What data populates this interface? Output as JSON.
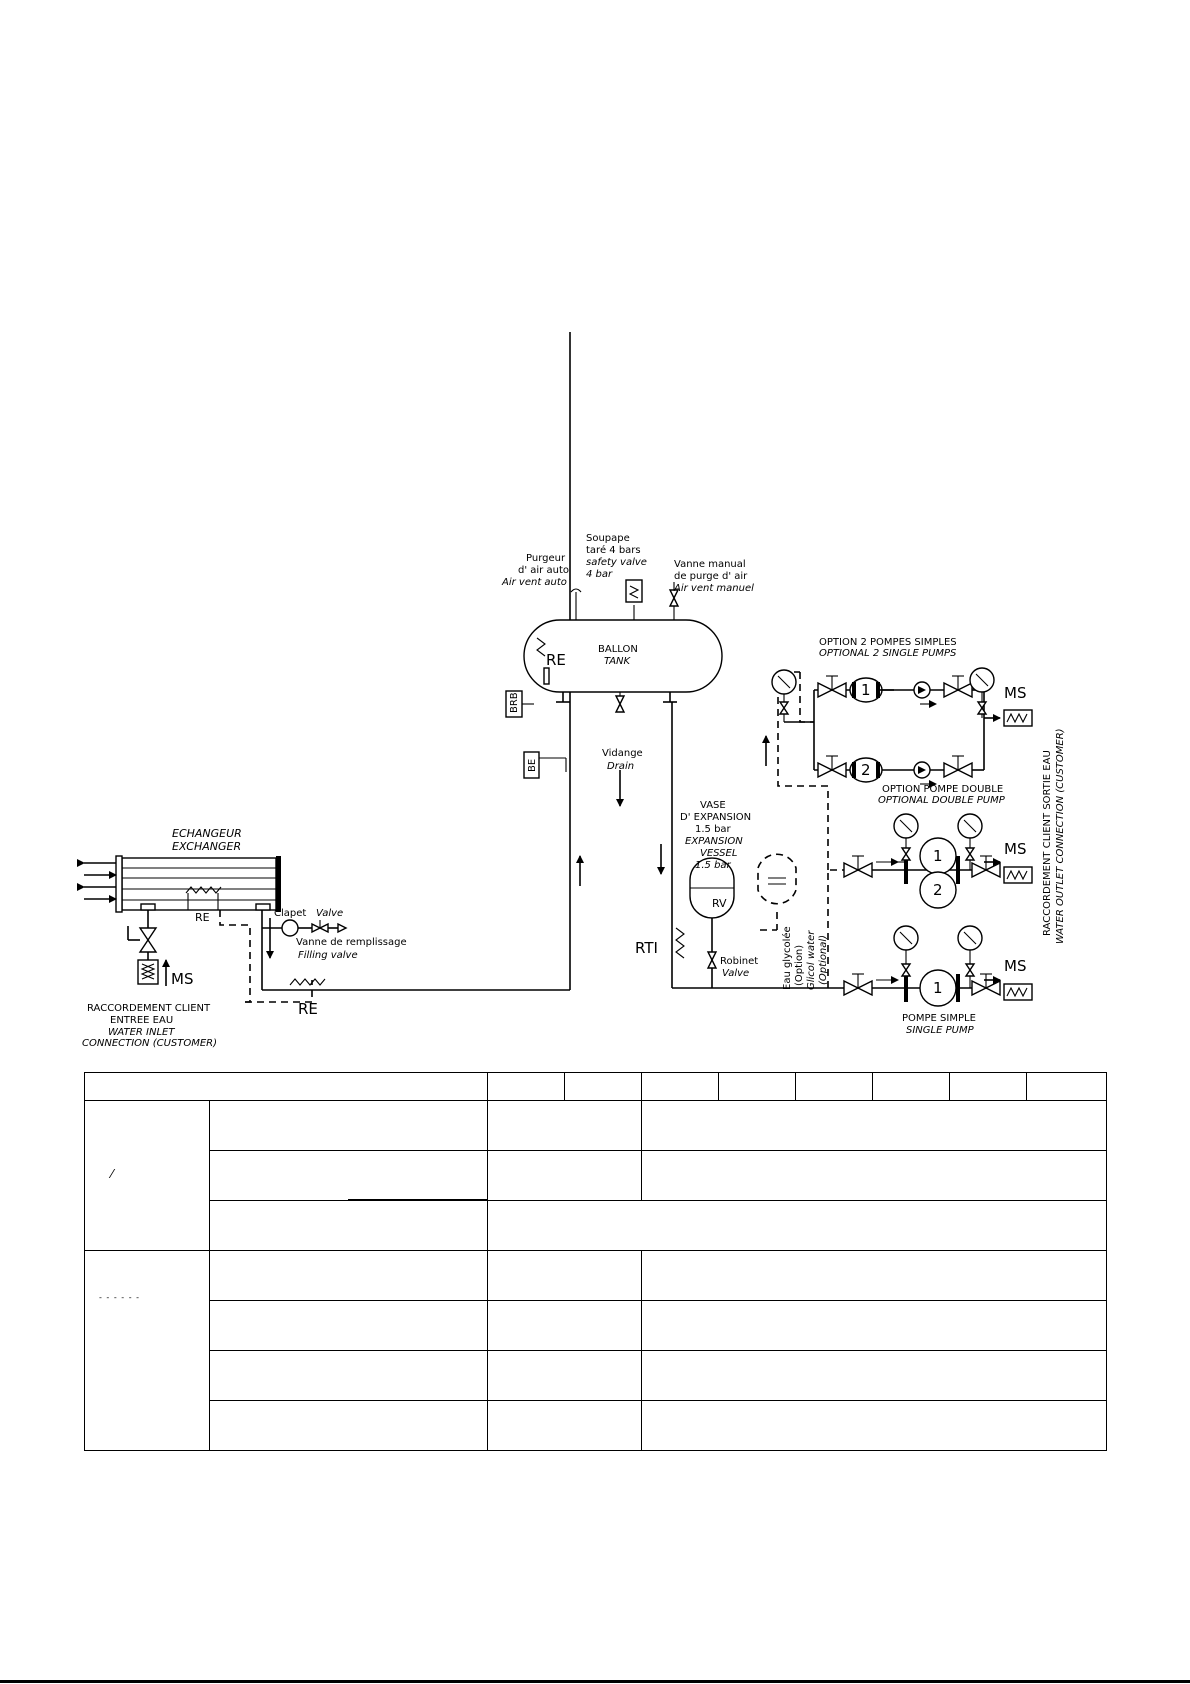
{
  "diagram": {
    "exchanger": {
      "label_fr": "ECHANGEUR",
      "label_en": "EXCHANGER"
    },
    "water_inlet": {
      "line1": "RACCORDEMENT CLIENT",
      "line2": "ENTREE EAU",
      "line3": "WATER INLET",
      "line4": "CONNECTION (CUSTOMER)"
    },
    "tank": {
      "label_fr": "BALLON",
      "label_en": "TANK"
    },
    "air_vent_auto": {
      "line1": "Purgeur",
      "line2": "d' air auto",
      "line3": "Air vent auto"
    },
    "safety_valve": {
      "line1": "Soupape",
      "line2": "taré 4 bars",
      "line3": "safety valve",
      "line4": "4 bar"
    },
    "manual_vent": {
      "line1": "Vanne manual",
      "line2": "de purge d' air",
      "line3": "Air vent manuel"
    },
    "drain": {
      "label_fr": "Vidange",
      "label_en": "Drain"
    },
    "expansion_vessel": {
      "line1": "VASE",
      "line2": "D' EXPANSION",
      "line3": "1.5 bar",
      "line4": "EXPANSION",
      "line5": "VESSEL",
      "line6": "1.5 bar",
      "code": "RV"
    },
    "check_valve": {
      "label_fr": "Clapet",
      "label_en": "Valve"
    },
    "filling_valve": {
      "label_fr": "Vanne de remplissage",
      "label_en": "Filling valve"
    },
    "robinet": {
      "label_fr": "Robinet",
      "label_en": "Valve"
    },
    "glycol": {
      "line1": "Eau glycolée",
      "line2": "(Option)",
      "line3": "Glicol water",
      "line4": "(Optional)"
    },
    "two_pumps": {
      "label_fr": "OPTION 2 POMPES SIMPLES",
      "label_en": "OPTIONAL 2 SINGLE PUMPS"
    },
    "double_pump": {
      "label_fr": "OPTION POMPE DOUBLE",
      "label_en": "OPTIONAL DOUBLE PUMP"
    },
    "single_pump": {
      "label_fr": "POMPE SIMPLE",
      "label_en": "SINGLE PUMP"
    },
    "water_outlet": {
      "line_fr": "RACCORDEMENT CLIENT SORTIE EAU",
      "line_en": "WATER OUTLET CONNECTION (CUSTOMER)"
    },
    "codes": {
      "re": "RE",
      "ms": "MS",
      "rti": "RTI",
      "brb": "BRB",
      "be": "BE",
      "pump1": "1",
      "pump2": "2"
    }
  },
  "table": {
    "stray_mark_1": "⁄",
    "stray_mark_2": "- - - - - -"
  }
}
